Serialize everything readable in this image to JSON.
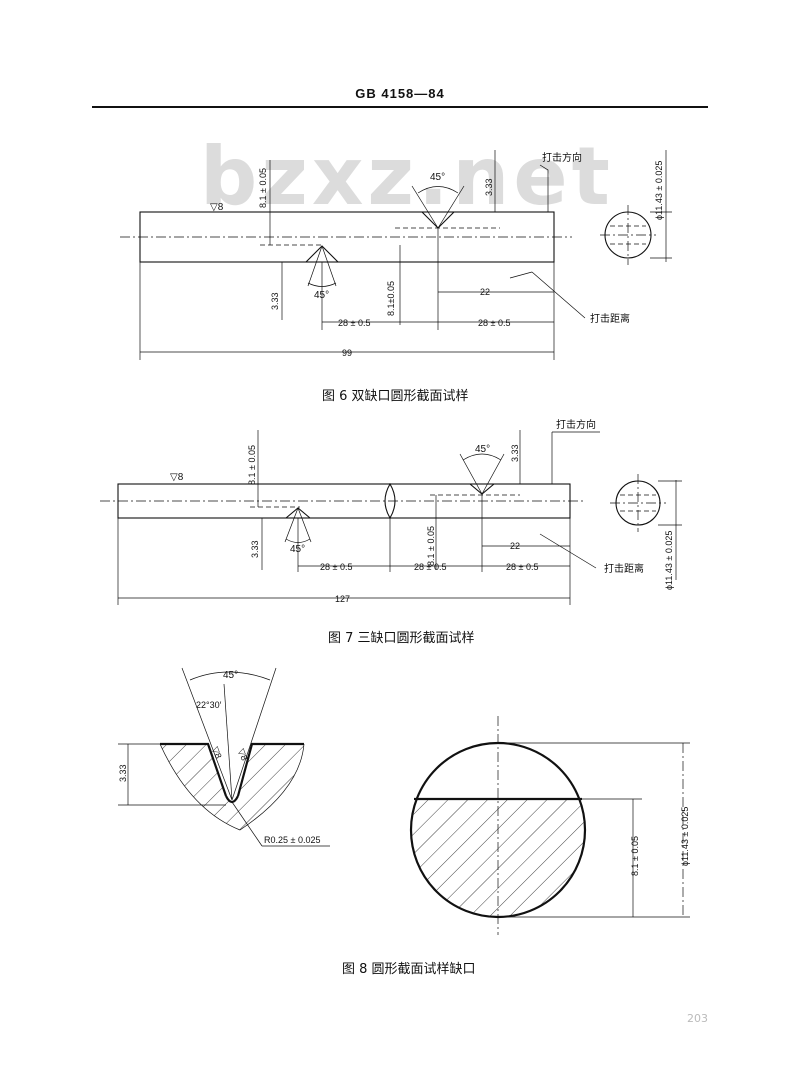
{
  "header": {
    "title": "GB 4158—84"
  },
  "watermark": "bzxz.net",
  "fig6": {
    "caption": "图 6   双缺口圆形截面试样",
    "strike_direction": "打击方向",
    "strike_distance": "打击距离",
    "roughness": "▽8",
    "notch_angle": "45°",
    "dims": {
      "depth": "3.33",
      "ligament": "8.1 ± 0.05",
      "ligament_short": "8.1±0.05",
      "offset": "28 ± 0.5",
      "strike": "22",
      "length": "99",
      "diameter": "ϕ11.43 ± 0.025"
    }
  },
  "fig7": {
    "caption": "图 7   三缺口圆形截面试样",
    "strike_direction": "打击方向",
    "strike_distance": "打击距离",
    "roughness": "▽8",
    "notch_angle": "45°",
    "dims": {
      "depth": "3.33",
      "ligament": "8.1 ± 0.05",
      "offset": "28 ± 0.5",
      "strike": "22",
      "length": "127",
      "diameter": "ϕ11.43 ± 0.025"
    }
  },
  "fig8": {
    "caption": "图 8   圆形截面试样缺口",
    "notch_angle": "45°",
    "half_angle": "22°30′",
    "depth": "3.33",
    "roughness_left": "▽8",
    "roughness_right": "▽8",
    "radius": "R0.25 ± 0.025",
    "ligament": "8.1 ± 0.05",
    "diameter": "ϕ11.43 ± 0.025"
  },
  "page_number": "203"
}
